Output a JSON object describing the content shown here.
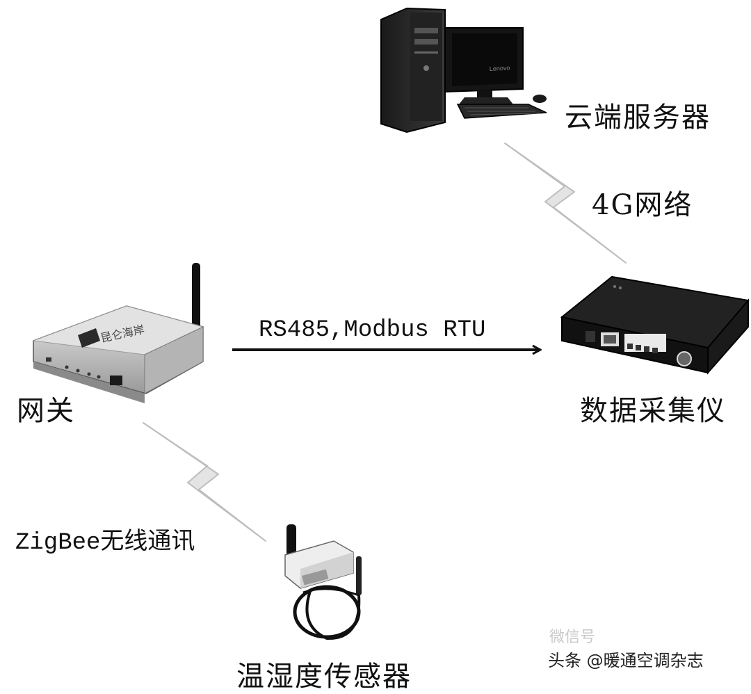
{
  "nodes": {
    "server": {
      "label": "云端服务器"
    },
    "collector": {
      "label": "数据采集仪"
    },
    "gateway": {
      "label": "网关",
      "brand": "昆仑海岸"
    },
    "sensor": {
      "label": "温湿度传感器"
    }
  },
  "links": {
    "network_4g": {
      "label": "4G网络"
    },
    "rs485": {
      "label": "RS485,Modbus RTU"
    },
    "zigbee": {
      "label": "ZigBee无线通讯"
    }
  },
  "monitor_brand": "Lenovo",
  "watermark": {
    "text": "头条 @暖通空调杂志",
    "faint": "微信号"
  },
  "colors": {
    "ink": "#111111",
    "bolt": "#e4e4e4",
    "bolt_stroke": "#bdbdbd"
  }
}
